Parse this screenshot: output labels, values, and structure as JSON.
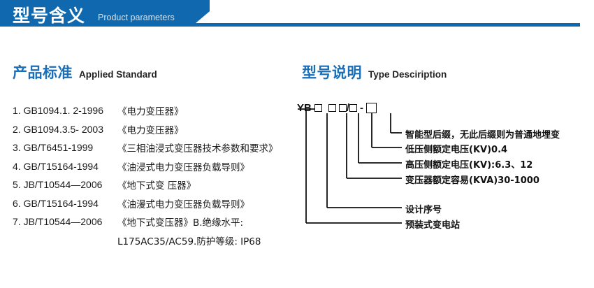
{
  "banner": {
    "title": "型号含义",
    "subtitle": "Product parameters",
    "accent_color": "#1069ae",
    "accent_dark": "#0d5e9e"
  },
  "left_section": {
    "heading_cn": "产品标准",
    "heading_en": "Applied Standard",
    "items": [
      {
        "code": "1. GB1094.1. 2-1996",
        "name": "《电力变压器》"
      },
      {
        "code": "2. GB1094.3.5- 2003",
        "name": "《电力变压器》"
      },
      {
        "code": "3. GB/T6451-1999",
        "name": "《三相油浸式变压器技术参数和要求》"
      },
      {
        "code": "4. GB/T15164-1994",
        "name": "《油浸式电力变压器负载导则》"
      },
      {
        "code": "5. JB/T10544—2006",
        "name": "《地下式变 压器》"
      },
      {
        "code": "6. GB/T15164-1994",
        "name": "《油漫式电力变压器负载导则》"
      },
      {
        "code": "7. JB/T10544—2006",
        "name": "《地下式变压器》B.绝缘水平:"
      }
    ],
    "continuation": "L175AC35/AC59.防护等级: IP68"
  },
  "right_section": {
    "heading_cn": "型号说明",
    "heading_en": "Type Desciription",
    "code": {
      "prefix": "YB",
      "separator_slash": "/",
      "separator_dash": "-",
      "box_count": 5
    },
    "labels": [
      {
        "text": "智能型后缀，无此后缀则为普通地埋变"
      },
      {
        "text": "低压侧额定电压(KV)0.4"
      },
      {
        "text": "高压侧额定电压(KV):6.3、12"
      },
      {
        "text": "变压器额定容易(KVA)30-1000"
      },
      {
        "text": "设计序号"
      },
      {
        "text": "预装式变电站"
      }
    ]
  }
}
